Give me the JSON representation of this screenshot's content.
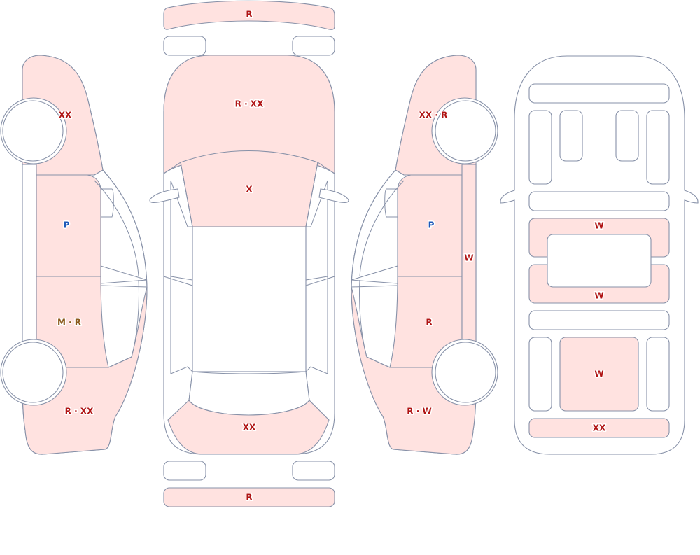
{
  "legend": {},
  "colors": {
    "damaged_fill": "#ffe2e0",
    "outline": "#8791a8",
    "code_red": "#b01414",
    "code_blue": "#1c58b8",
    "code_brown": "#8a5a1c"
  },
  "views": {
    "left_side": {
      "front_fender": "XX",
      "front_door": "P",
      "rear_door": "M · R",
      "rear_quarter": "R · XX"
    },
    "top": {
      "front_bumper": "R",
      "hood": "R · XX",
      "windshield": "X",
      "rear_panel": "XX",
      "rear_bumper": "R"
    },
    "right_side": {
      "front_fender": "XX · R",
      "front_door": "P",
      "rocker": "W",
      "rear_door": "R",
      "rear_quarter": "R · W"
    },
    "interior": {
      "front_row": "W",
      "middle_row": "W",
      "center_rear": "W",
      "trunk": "XX"
    }
  }
}
